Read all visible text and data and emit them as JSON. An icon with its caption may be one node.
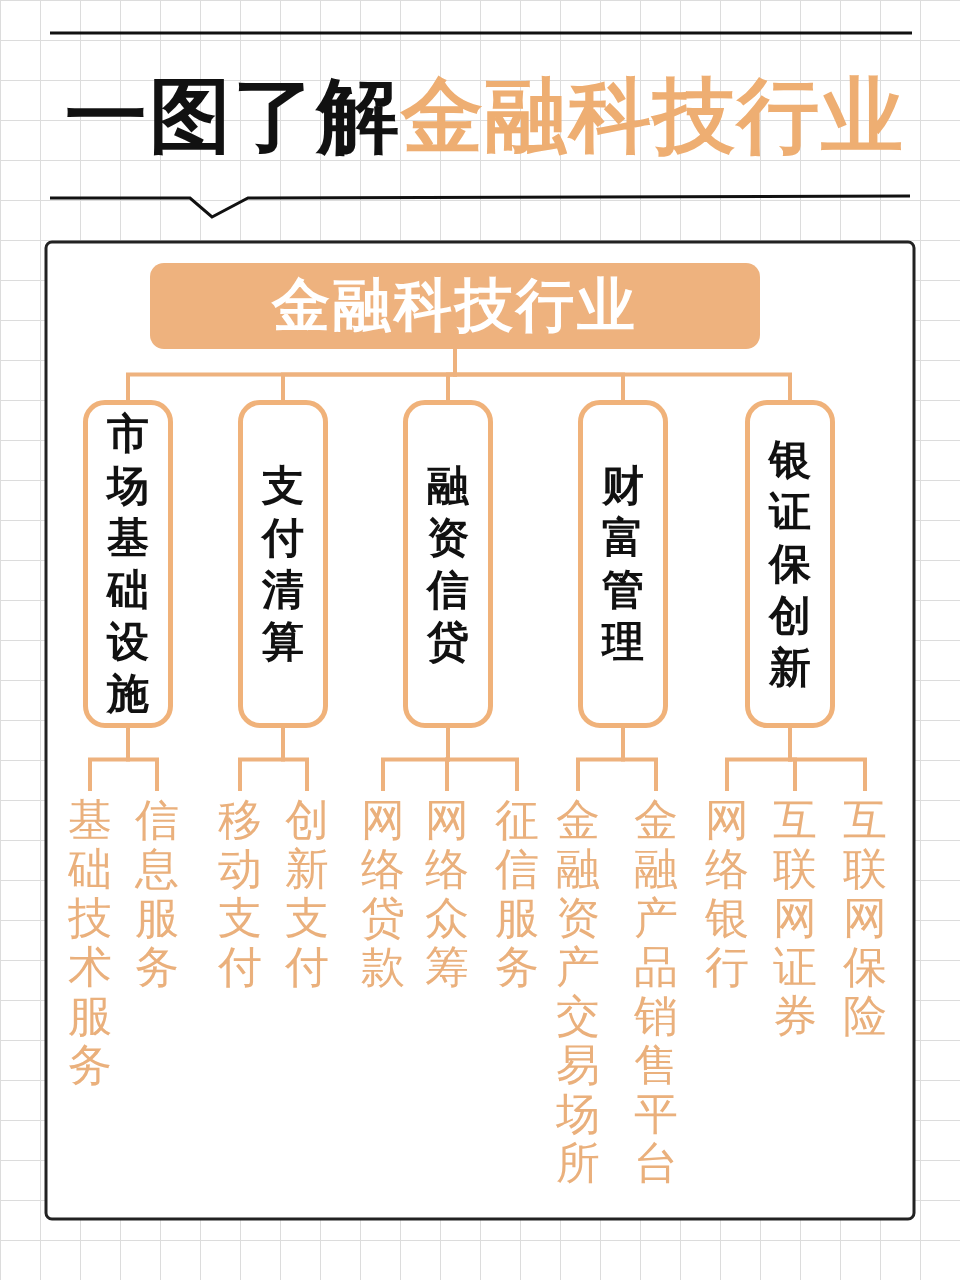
{
  "diagram": {
    "title": "一图了解**金融科技行业**",
    "nodes": [
      {
        "text": [
          "金融科技行业"
        ]
      },
      {
        "text": [
          "市场基础设施"
        ]
      },
      {
        "text": [
          "支付清算"
        ]
      },
      {
        "text": [
          "融资信贷"
        ]
      },
      {
        "text": [
          "财富管理"
        ]
      },
      {
        "text": [
          "银证保创新"
        ]
      },
      {
        "text": [
          "基础技术服务"
        ]
      },
      {
        "text": [
          "信息服务"
        ]
      },
      {
        "text": [
          "移动支付"
        ]
      },
      {
        "text": [
          "创新支付"
        ]
      },
      {
        "text": [
          "网络贷款"
        ]
      },
      {
        "text": [
          "网络众筹"
        ]
      },
      {
        "text": [
          "征信服务"
        ]
      },
      {
        "text": [
          "金融资产交易场所"
        ]
      },
      {
        "text": [
          "金融产品销售平台"
        ]
      },
      {
        "text": [
          "网络银行"
        ]
      },
      {
        "text": [
          "互联网证券"
        ]
      },
      {
        "text": [
          "互联网保险"
        ]
      }
    ],
    "edges": [
      {
        "from": 0,
        "to": 1,
        "arrow": "none"
      },
      {
        "from": 0,
        "to": 2,
        "arrow": "none"
      },
      {
        "from": 0,
        "to": 3,
        "arrow": "none"
      },
      {
        "from": 0,
        "to": 4,
        "arrow": "none"
      },
      {
        "from": 0,
        "to": 5,
        "arrow": "none"
      },
      {
        "from": 1,
        "to": 6,
        "arrow": "none"
      },
      {
        "from": 1,
        "to": 7,
        "arrow": "none"
      },
      {
        "from": 2,
        "to": 8,
        "arrow": "none"
      },
      {
        "from": 2,
        "to": 9,
        "arrow": "none"
      },
      {
        "from": 3,
        "to": 10,
        "arrow": "none"
      },
      {
        "from": 3,
        "to": 11,
        "arrow": "none"
      },
      {
        "from": 3,
        "to": 12,
        "arrow": "none"
      },
      {
        "from": 4,
        "to": 13,
        "arrow": "none"
      },
      {
        "from": 4,
        "to": 14,
        "arrow": "none"
      },
      {
        "from": 5,
        "to": 15,
        "arrow": "none"
      },
      {
        "from": 5,
        "to": 16,
        "arrow": "none"
      },
      {
        "from": 5,
        "to": 17,
        "arrow": "none"
      }
    ]
  }
}
